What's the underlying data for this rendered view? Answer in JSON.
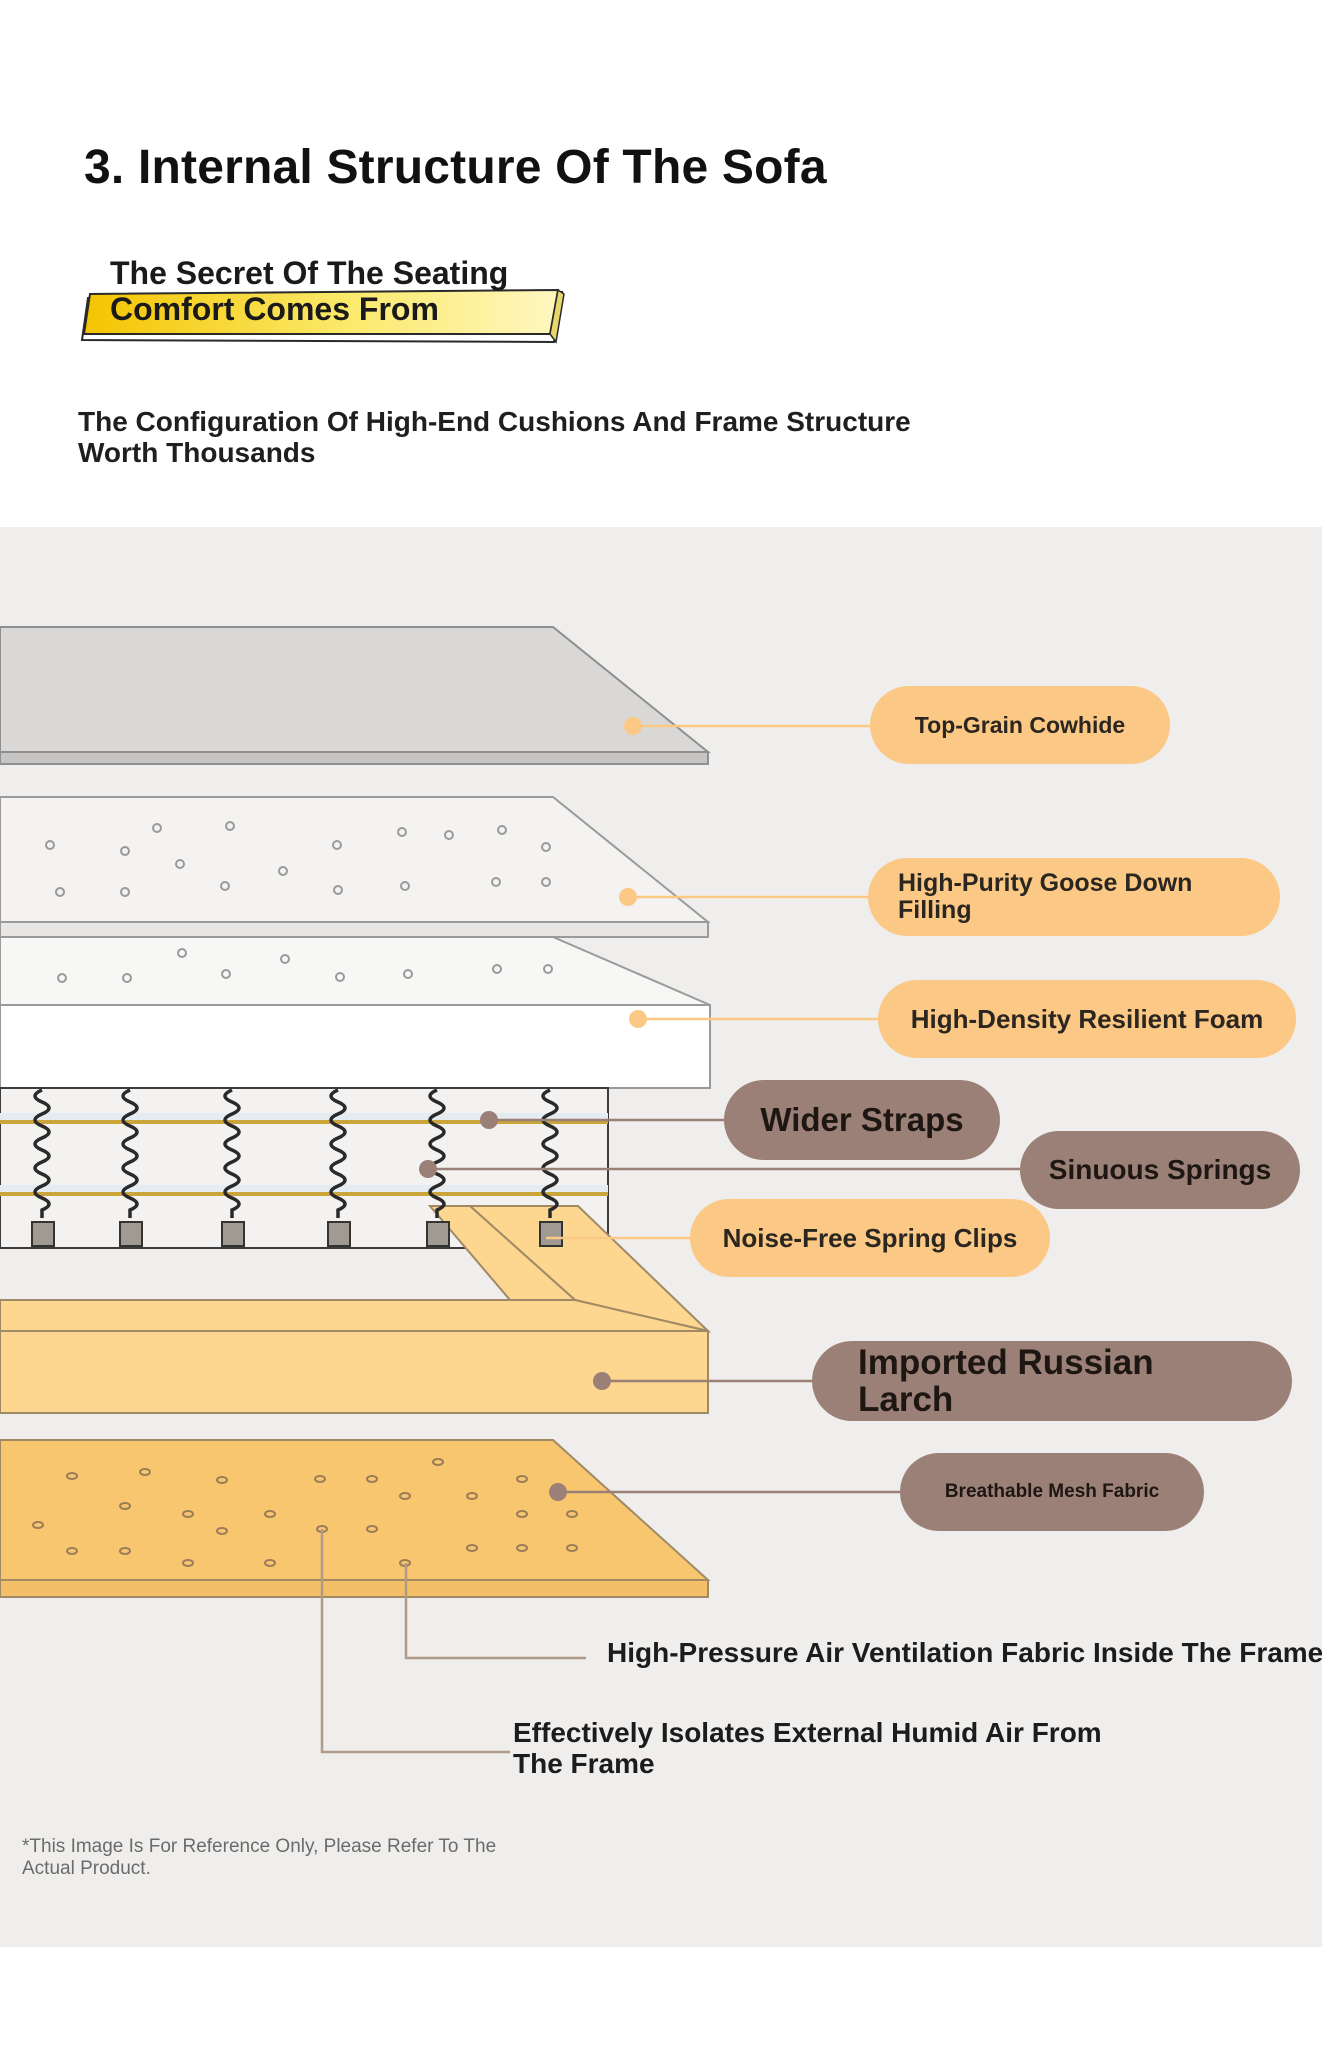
{
  "heading": {
    "title": "3. Internal Structure Of The Sofa",
    "banner_line1": "The Secret Of The Seating",
    "banner_line2": "Comfort Comes From",
    "description_line1": "The Configuration Of High-End Cushions And Frame Structure",
    "description_line2": "Worth Thousands"
  },
  "labels": [
    {
      "text": "Top-Grain Cowhide"
    },
    {
      "text": "High-Purity Goose Down Filling"
    },
    {
      "text": "High-Density Resilient Foam"
    },
    {
      "text": "Wider Straps"
    },
    {
      "text": "Sinuous Springs"
    },
    {
      "text": "Noise-Free Spring Clips"
    },
    {
      "text": "Imported Russian Larch"
    },
    {
      "text": "Breathable Mesh Fabric"
    }
  ],
  "notes": {
    "ventilation": "High-Pressure Air Ventilation Fabric Inside The Frame",
    "isolation_line1": "Effectively Isolates External Humid Air From",
    "isolation_line2": "The Frame"
  },
  "footnote": {
    "line1": "*This Image Is For Reference Only, Please Refer To The",
    "line2": "Actual Product."
  },
  "colors": {
    "light_pill": "#fbc985",
    "dark_pill": "#9b8077",
    "wood": "#fdd68f",
    "banner_yellow": "#f7d928"
  }
}
